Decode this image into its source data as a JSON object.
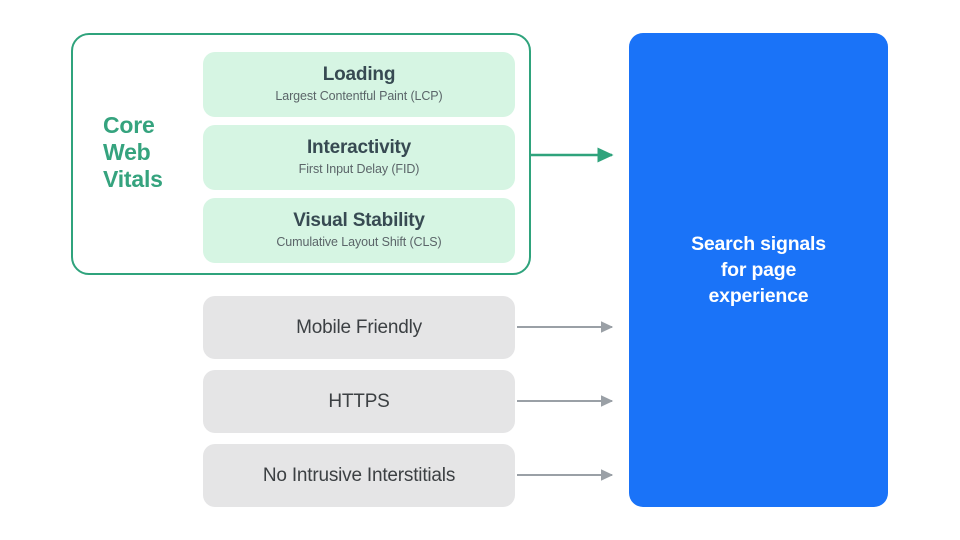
{
  "diagram": {
    "title": "Search signals for page experience",
    "colors": {
      "green_accent": "#2fa37c",
      "green_label": "#35a37e",
      "green_card_fill": "#d6f5e3",
      "gray_card_fill": "#e5e5e6",
      "blue_box_fill": "#1a73f8",
      "arrow_gray": "#9aa0a6",
      "title_text": "#374a52",
      "subtitle_text": "#5b6569",
      "signal_text": "#3c4043",
      "destination_text": "#ffffff"
    }
  },
  "core_web_vitals": {
    "label_lines": [
      "Core",
      "Web",
      "Vitals"
    ],
    "label_text": "Core Web Vitals",
    "metrics": [
      {
        "title": "Loading",
        "subtitle": "Largest Contentful Paint (LCP)"
      },
      {
        "title": "Interactivity",
        "subtitle": "First Input Delay (FID)"
      },
      {
        "title": "Visual Stability",
        "subtitle": "Cumulative Layout Shift (CLS)"
      }
    ]
  },
  "other_signals": [
    {
      "label": "Mobile Friendly"
    },
    {
      "label": "HTTPS"
    },
    {
      "label": "No Intrusive Interstitials"
    }
  ],
  "destination": {
    "text": "Search signals\nfor page\nexperience"
  }
}
